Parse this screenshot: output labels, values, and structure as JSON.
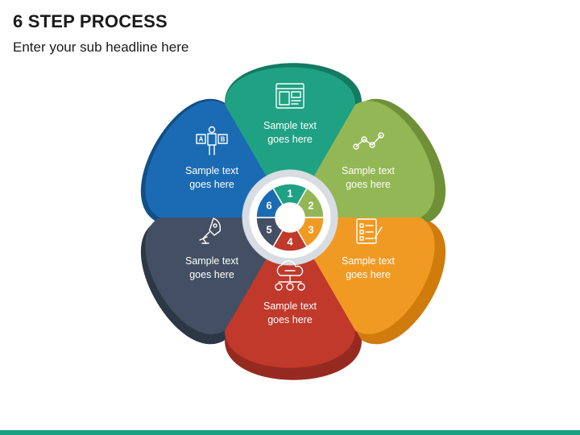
{
  "header": {
    "title": "6 STEP PROCESS",
    "subtitle": "Enter your sub headline here"
  },
  "colors": {
    "accent_bar": "#1aa184"
  },
  "steps": [
    {
      "number": "1",
      "label_line1": "Sample text",
      "label_line2": "goes here",
      "icon": "web-layout-icon",
      "color": "#1fa184",
      "dark": "#147a62"
    },
    {
      "number": "2",
      "label_line1": "Sample text",
      "label_line2": "goes here",
      "icon": "line-graph-icon",
      "color": "#93b754",
      "dark": "#6f9037"
    },
    {
      "number": "3",
      "label_line1": "Sample text",
      "label_line2": "goes here",
      "icon": "checklist-icon",
      "color": "#f19a23",
      "dark": "#cf7c0c"
    },
    {
      "number": "4",
      "label_line1": "Sample text",
      "label_line2": "goes here",
      "icon": "cloud-network-icon",
      "color": "#c0392b",
      "dark": "#962a20"
    },
    {
      "number": "5",
      "label_line1": "Sample text",
      "label_line2": "goes here",
      "icon": "rocket-person-icon",
      "color": "#435063",
      "dark": "#2d3846"
    },
    {
      "number": "6",
      "label_line1": "Sample text",
      "label_line2": "goes here",
      "icon": "ab-test-icon",
      "color": "#1b6bb4",
      "dark": "#124f87"
    }
  ]
}
